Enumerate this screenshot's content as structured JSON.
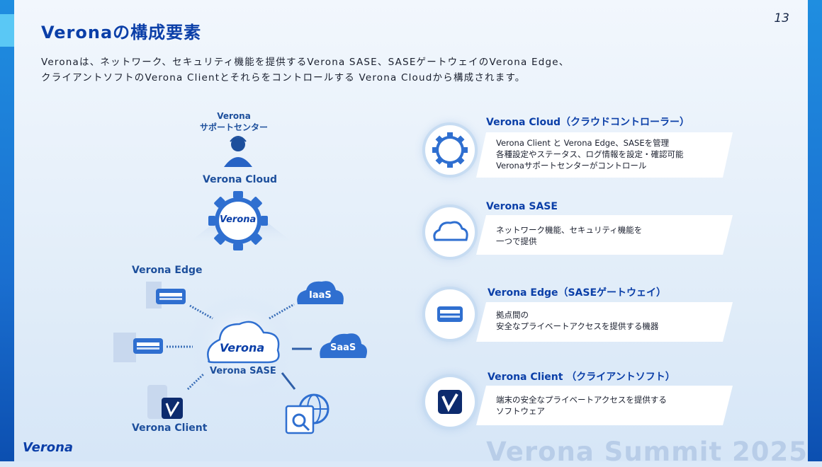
{
  "page": {
    "title": "Veronaの構成要素",
    "page_number": "13",
    "description_line1": "Veronaは、ネットワーク、セキュリティ機能を提供するVerona SASE、SASEゲートウェイのVerona Edge、",
    "description_line2": "クライアントソフトのVerona Clientとそれらをコントロールする Verona Cloudから構成されます。",
    "footer_logo": "Verona",
    "footer_event": "Verona Summit 2025"
  },
  "diagram": {
    "support_label_1": "Verona",
    "support_label_2": "サポートセンター",
    "cloud_label": "Verona Cloud",
    "cloud_logo": "Verona",
    "edge_label": "Verona Edge",
    "sase_logo": "Verona",
    "sase_label": "Verona SASE",
    "client_label": "Verona Client",
    "iaas_label": "IaaS",
    "saas_label": "SaaS"
  },
  "components": [
    {
      "title": "Verona Cloud（クラウドコントローラー）",
      "icon": "gear-cloud-icon",
      "lines": [
        "Verona Client と Verona Edge、SASEを管理",
        "各種設定やステータス、ログ情報を設定・確認可能",
        "Veronaサポートセンターがコントロール"
      ]
    },
    {
      "title": "Verona SASE",
      "icon": "cloud-icon",
      "lines": [
        "ネットワーク機能、セキュリティ機能を",
        "一つで提供"
      ]
    },
    {
      "title": "Verona Edge（SASEゲートウェイ）",
      "icon": "gateway-device-icon",
      "lines": [
        "拠点間の",
        "安全なプライベートアクセスを提供する機器"
      ]
    },
    {
      "title": "Verona Client （クライアントソフト）",
      "icon": "client-app-icon",
      "lines": [
        "端末の安全なプライベートアクセスを提供する",
        "ソフトウェア"
      ]
    }
  ],
  "colors": {
    "brand": "#0b3fa8",
    "accent": "#1d6fd0",
    "frame": "#1a6fd0"
  }
}
